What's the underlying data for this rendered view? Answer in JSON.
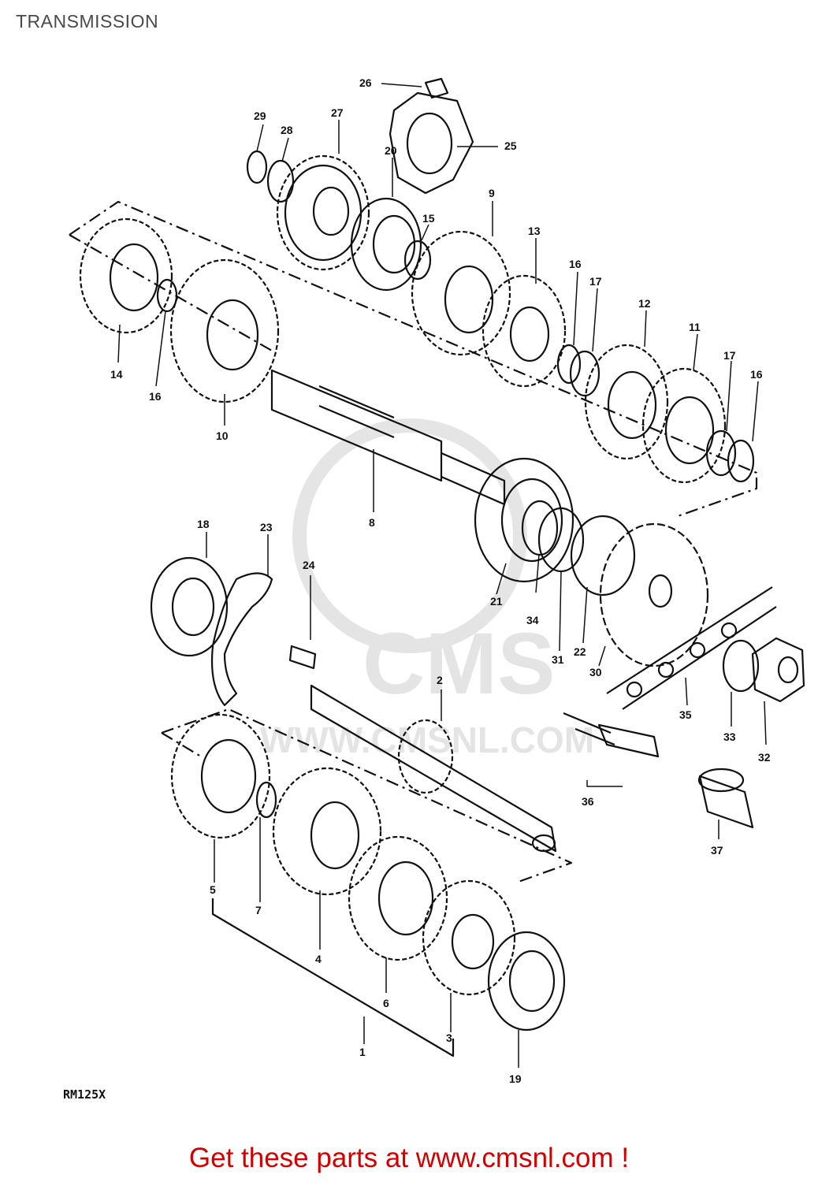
{
  "header": {
    "title": "TRANSMISSION"
  },
  "watermark": {
    "brand": "CMS",
    "url": "WWW.CMSNL.COM",
    "color": "#cfcfcf"
  },
  "diagram": {
    "line_color": "#111111",
    "part_labels": {
      "p1": "1",
      "p2": "2",
      "p3": "3",
      "p4": "4",
      "p5": "5",
      "p6": "6",
      "p7": "7",
      "p8": "8",
      "p9": "9",
      "p10": "10",
      "p11": "11",
      "p12": "12",
      "p13": "13",
      "p14": "14",
      "p15": "15",
      "p16a": "16",
      "p16b": "16",
      "p16c": "16",
      "p17a": "17",
      "p17b": "17",
      "p18": "18",
      "p19": "19",
      "p20": "20",
      "p21": "21",
      "p22": "22",
      "p23": "23",
      "p24": "24",
      "p25": "25",
      "p26": "26",
      "p27": "27",
      "p28": "28",
      "p29": "29",
      "p30": "30",
      "p31": "31",
      "p32": "32",
      "p33": "33",
      "p34": "34",
      "p35": "35",
      "p36": "36",
      "p37": "37"
    }
  },
  "footer": {
    "model_code": "RM125X",
    "cta": "Get these parts at www.cmsnl.com !",
    "cta_color": "#d40000"
  }
}
